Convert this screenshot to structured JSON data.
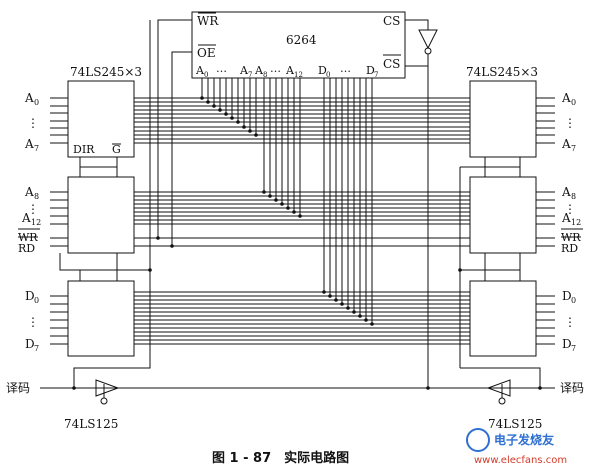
{
  "chip": {
    "name": "6264",
    "pins": {
      "wr": "WR",
      "oe": "OE",
      "cs": "CS",
      "cs_bar": "CS"
    },
    "addr_bus": [
      "A",
      "…",
      "A",
      "A",
      "…",
      "A"
    ],
    "addr_subs": [
      "0",
      "",
      "7",
      "8",
      "",
      "12"
    ],
    "data_bus": [
      "D",
      "…",
      "D"
    ],
    "data_subs": [
      "0",
      "",
      "7"
    ]
  },
  "left_group": {
    "title": "74LS245×3",
    "dir": "DIR",
    "g": "G",
    "signals": {
      "a0": "A",
      "a0_sub": "0",
      "a7": "A",
      "a7_sub": "7",
      "a8": "A",
      "a8_sub": "8",
      "a12": "A",
      "a12_sub": "12",
      "wr": "WR",
      "rd": "RD",
      "d0": "D",
      "d0_sub": "0",
      "d7": "D",
      "d7_sub": "7",
      "dots": "⋮"
    },
    "decode": "译码",
    "buffer": "74LS125"
  },
  "right_group": {
    "title": "74LS245×3",
    "signals": {
      "a0": "A",
      "a0_sub": "0",
      "a7": "A",
      "a7_sub": "7",
      "a8": "A",
      "a8_sub": "8",
      "a12": "A",
      "a12_sub": "12",
      "wr": "WR",
      "rd": "RD",
      "d0": "D",
      "d0_sub": "0",
      "d7": "D",
      "d7_sub": "7",
      "dots": "⋮"
    },
    "decode": "译码",
    "buffer": "74LS125"
  },
  "caption": "图 1 - 87　实际电路图",
  "watermark": "电子发烧友",
  "watermark_url": "www.elecfans.com",
  "colors": {
    "ink": "#111111",
    "paper": "#ffffff",
    "wm_blue": "#2f6fd1",
    "wm_red": "#d23a2a"
  }
}
